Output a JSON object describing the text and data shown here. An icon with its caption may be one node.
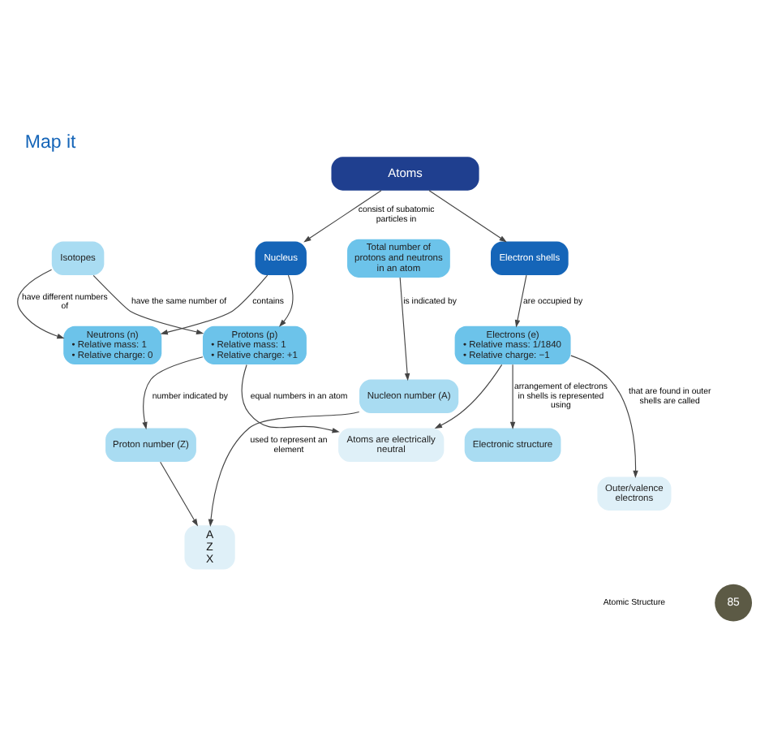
{
  "diagram": {
    "title": "Map it",
    "nodes": [
      {
        "text": [
          "Atoms"
        ]
      },
      {
        "text": [
          "Nucleus"
        ]
      },
      {
        "text": [
          "Total number of protons and neutrons in an atom"
        ]
      },
      {
        "text": [
          "Electron shells"
        ]
      },
      {
        "text": [
          "Nucleon number (A)"
        ]
      },
      {
        "text": [
          "Proton number (Z)"
        ]
      },
      {
        "text": [
          "A",
          "Z",
          "X"
        ]
      },
      {
        "text": [
          "Neutrons (n)",
          "• Relative mass: 1",
          "• Relative charge: 0"
        ]
      },
      {
        "text": [
          "Protons (p)",
          "• Relative mass: 1",
          "• Relative charge: +1"
        ]
      },
      {
        "text": [
          "Electrons (e)",
          "• Relative mass: 1/1840",
          "• Relative charge: −1"
        ]
      },
      {
        "text": [
          "Atoms are electrically neutral"
        ]
      },
      {
        "text": [
          "Electronic structure"
        ]
      },
      {
        "text": [
          "Isotopes"
        ]
      },
      {
        "text": [
          "Outer/valence electrons"
        ]
      }
    ],
    "edges": [
      {
        "from": 0,
        "to": 1,
        "arrow": "to",
        "label": "consist of subatomic particles in"
      },
      {
        "from": 0,
        "to": 3,
        "arrow": "to"
      },
      {
        "from": 1,
        "to": 7,
        "arrow": "to",
        "label": "contains"
      },
      {
        "from": 1,
        "to": 8,
        "arrow": "to"
      },
      {
        "from": 2,
        "to": 4,
        "arrow": "to",
        "label": "is indicated by"
      },
      {
        "from": 4,
        "to": 6,
        "arrow": "to",
        "label": "used to represent an element"
      },
      {
        "from": 5,
        "to": 6,
        "arrow": "to"
      },
      {
        "from": 8,
        "to": 5,
        "arrow": "to",
        "label": "number indicated by"
      },
      {
        "from": 3,
        "to": 9,
        "arrow": "to",
        "label": "are occupied by"
      },
      {
        "from": 8,
        "to": 10,
        "arrow": "to",
        "label": "equal numbers in an atom"
      },
      {
        "from": 9,
        "to": 10,
        "arrow": "to"
      },
      {
        "from": 9,
        "to": 11,
        "arrow": "to",
        "label": "arrangement of electrons in shells is represented using"
      },
      {
        "from": 9,
        "to": 13,
        "arrow": "to",
        "label": "that are found in outer shells are called"
      },
      {
        "from": 12,
        "to": 7,
        "arrow": "to",
        "label": "have different numbers of"
      },
      {
        "from": 12,
        "to": 8,
        "arrow": "to",
        "label": "have the same number of"
      }
    ],
    "labels": [
      "Atomic Structure",
      "85"
    ]
  }
}
